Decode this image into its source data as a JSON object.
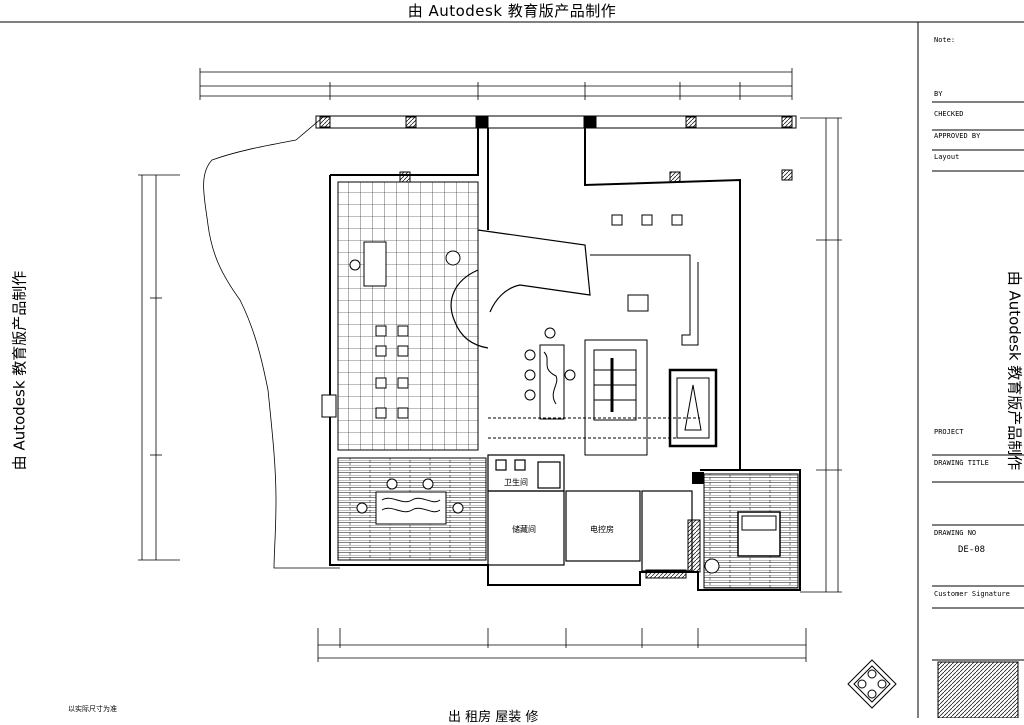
{
  "watermark": {
    "top": "由 Autodesk 教育版产品制作",
    "left": "由 Autodesk 教育版产品制作",
    "right": "由 Autodesk 教育版产品制作"
  },
  "titleblock": {
    "notes": "Note:",
    "by": "BY",
    "checked": "CHECKED",
    "approved_by": "APPROVED BY",
    "layout": "Layout",
    "project": "PROJECT",
    "drawing_title": "DRAWING TITLE",
    "drawing_no": "DRAWING NO",
    "drawing_no_value": "DE-08",
    "customer_signature": "Customer Signature"
  },
  "rooms": {
    "storage": "储藏间",
    "electrical": "电控房",
    "toilet": "卫生间"
  },
  "footer": {
    "left_note": "以实际尺寸为准",
    "bottom_title": "出 租房 屋装 修"
  }
}
